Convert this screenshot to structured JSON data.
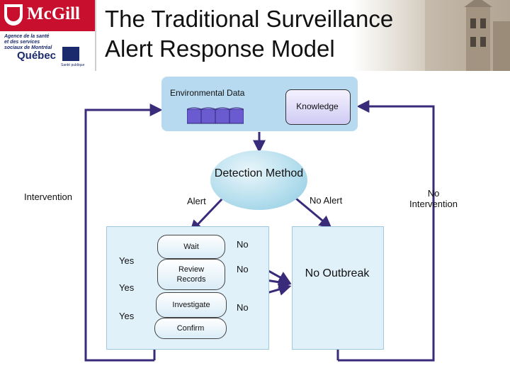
{
  "header": {
    "title_line1": "The Traditional Surveillance",
    "title_line2": "Alert Response Model",
    "logo_text": "McGill",
    "agency_text": "Agence de la santé et des services sociaux de Montréal",
    "quebec_text": "Québec",
    "sante_text": "Santé publique"
  },
  "diagram": {
    "env_data_label": "Environmental Data",
    "knowledge_label": "Knowledge",
    "detection_label": "Detection Method",
    "intervention_label": "Intervention",
    "alert_label": "Alert",
    "no_alert_label": "No Alert",
    "no_intervention_label": "No Intervention",
    "steps": [
      "Wait",
      "Review Records",
      "Investigate",
      "Confirm"
    ],
    "yes_labels": [
      "Yes",
      "Yes",
      "Yes"
    ],
    "no_labels": [
      "No",
      "No",
      "No"
    ],
    "no_outbreak_label": "No Outbreak"
  },
  "colors": {
    "mcgill_red": "#c8102e",
    "quebec_blue": "#1a2a6c",
    "panel_blue": "#b7daf0",
    "arrow_purple": "#3a2a7a"
  },
  "icons": {
    "database": "database-icon",
    "crest": "crest-icon",
    "fleur": "fleur-de-lis-icon"
  }
}
